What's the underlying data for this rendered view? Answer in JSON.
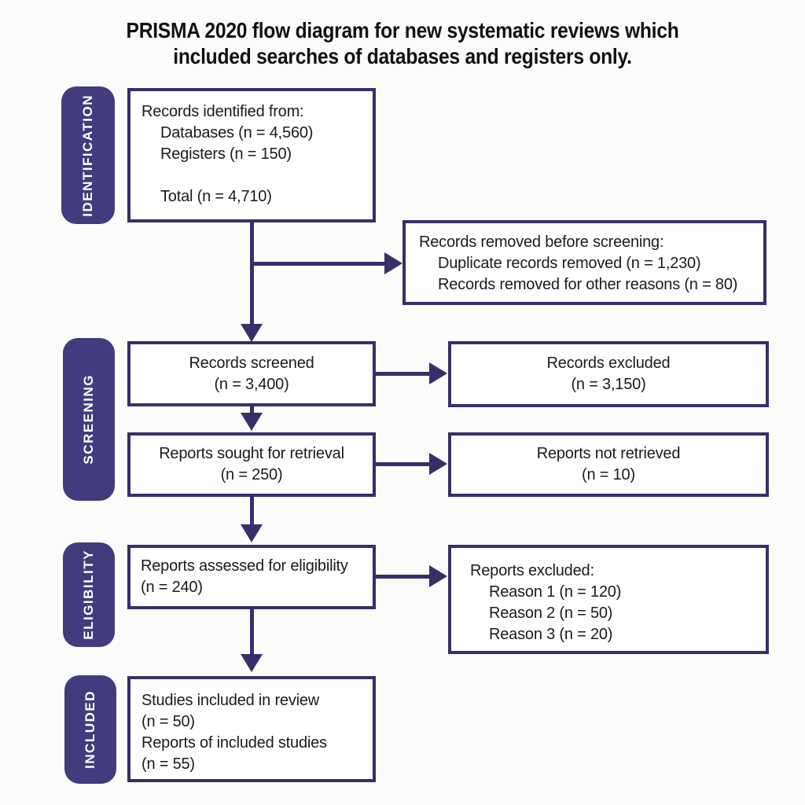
{
  "title": {
    "line1": "PRISMA 2020 flow diagram for new systematic reviews which",
    "line2": "included searches of databases and registers only."
  },
  "colors": {
    "accent": "#362f69",
    "sidebar_fill": "#423c7e",
    "box_background": "#fefefe",
    "page_background": "#fbfbfa",
    "text": "#1b1b1b",
    "sidebar_text": "#ffffff",
    "title_text": "#111111"
  },
  "stage_labels": {
    "identification": "IDENTIFICATION",
    "screening": "SCREENING",
    "eligibility": "ELIGIBILITY",
    "included": "INCLUDED"
  },
  "boxes": {
    "records_identified": {
      "heading": "Records identified from:",
      "item1": "Databases (n = 4,560)",
      "item2": "Registers (n = 150)",
      "total": "Total (n = 4,710)"
    },
    "records_removed": {
      "heading": "Records removed before screening:",
      "item1": "Duplicate records removed (n = 1,230)",
      "item2": "Records removed for other reasons (n = 80)"
    },
    "records_screened": {
      "line1": "Records screened",
      "line2": "(n = 3,400)"
    },
    "records_excluded": {
      "line1": "Records excluded",
      "line2": "(n = 3,150)"
    },
    "reports_sought": {
      "line1": "Reports sought for retrieval",
      "line2": "(n = 250)"
    },
    "reports_not_retrieved": {
      "line1": "Reports not retrieved",
      "line2": "(n = 10)"
    },
    "reports_assessed": {
      "line1": "Reports assessed for eligibility",
      "line2": "(n = 240)"
    },
    "reports_excluded": {
      "heading": "Reports excluded:",
      "item1": "Reason 1 (n = 120)",
      "item2": "Reason 2 (n = 50)",
      "item3": "Reason 3 (n = 20)"
    },
    "studies_included": {
      "line1": "Studies included in review",
      "line2": "(n = 50)",
      "line3": "Reports of included studies",
      "line4": "(n = 55)"
    }
  }
}
